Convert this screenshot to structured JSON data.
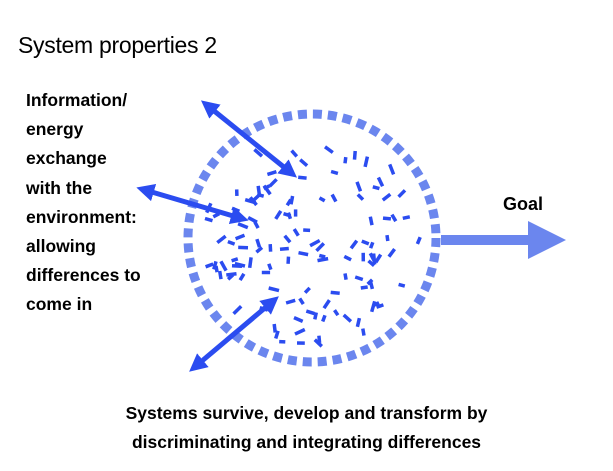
{
  "title": "System properties 2",
  "exchange_label": {
    "lines": [
      "Information/",
      "energy",
      "exchange",
      "with the",
      "environment:",
      "allowing",
      "differences to",
      "come in"
    ]
  },
  "goal_label": "Goal",
  "caption": {
    "lines": [
      "Systems survive, develop and transform by",
      "discriminating and integrating differences"
    ]
  },
  "colors": {
    "arrow": "#2b4cf0",
    "boundary": "#6b86ee",
    "particles": "#2b4cf0",
    "goal_arrow": "#6b86ee",
    "text": "#000000"
  },
  "icons": {
    "exchange": "double-headed-arrow",
    "goal": "right-arrow",
    "system": "dashed-circle"
  }
}
